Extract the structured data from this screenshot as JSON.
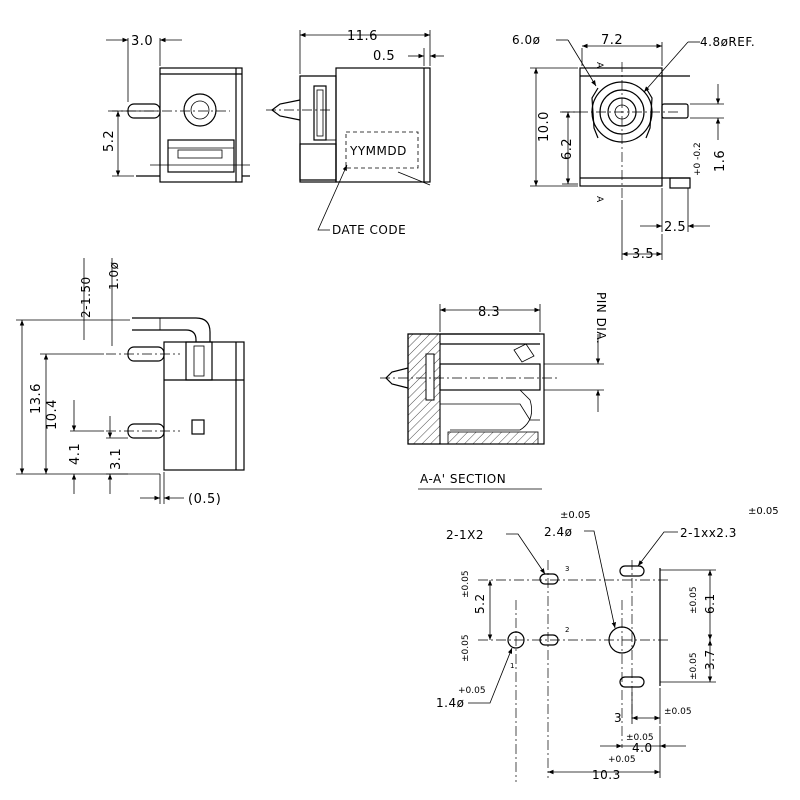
{
  "labels": {
    "top_left_width": "3.0",
    "top_left_height": "5.2",
    "side_length": "11.6",
    "side_gap": "0.5",
    "stamp": "YYMMDD",
    "date_code": "DATE CODE",
    "front_d1": "6.0ø",
    "front_width": "7.2",
    "front_d2": "4.8øREF.",
    "section_mark_top": "A",
    "section_mark_bottom": "A",
    "front_height": "10.0",
    "front_inner": "6.2",
    "front_pin_tol": "+0 -0.2",
    "front_pin": "1.6",
    "front_pin_pos": "2.5",
    "front_pin_width": "3.5",
    "side2_slots": "2-1.50",
    "side2_dia": "1.0ø",
    "side2_height": "13.6",
    "side2_h2": "10.4",
    "side2_h3": "4.1",
    "side2_h4": "3.1",
    "side2_gap": "(0.5)",
    "section_length": "8.3",
    "pin_dia": "PIN DIA.",
    "section_title": "A-A' SECTION",
    "pcb_slot1": "2-1X2",
    "pcb_hole_tol": "±0.05",
    "pcb_hole": "2.4ø",
    "pcb_slot2_tol": "±0.05",
    "pcb_slot2": "2-1xx2.3",
    "pcb_52_tol": "±0.05",
    "pcb_52": "5.2",
    "pcb_tol_a": "±0.05",
    "pcb_61_tol": "±0.05",
    "pcb_61": "6.1",
    "pcb_37_tol": "±0.05",
    "pcb_37": "3.7",
    "pin1": "1",
    "pin2": "2",
    "pin3": "3",
    "pcb_14_tol": "+0.05",
    "pcb_14": "1.4ø",
    "pcb_3": "3",
    "pcb_3_tol": "±0.05",
    "pcb_40_tol": "±0.05",
    "pcb_40": "4.0",
    "pcb_103_tol": "+0.05",
    "pcb_103": "10.3"
  }
}
